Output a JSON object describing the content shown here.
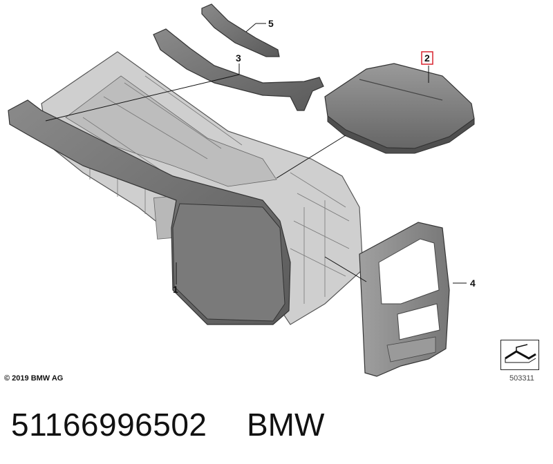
{
  "diagram": {
    "callouts": [
      {
        "id": "1",
        "label": "1",
        "highlighted": false
      },
      {
        "id": "2",
        "label": "2",
        "highlighted": true
      },
      {
        "id": "3",
        "label": "3",
        "highlighted": false
      },
      {
        "id": "4",
        "label": "4",
        "highlighted": false
      },
      {
        "id": "5",
        "label": "5",
        "highlighted": false
      }
    ],
    "highlight_color": "#d9232e"
  },
  "footer": {
    "copyright": "© 2019 BMW AG",
    "reference_number": "503311",
    "part_number": "51166996502",
    "brand": "BMW"
  }
}
